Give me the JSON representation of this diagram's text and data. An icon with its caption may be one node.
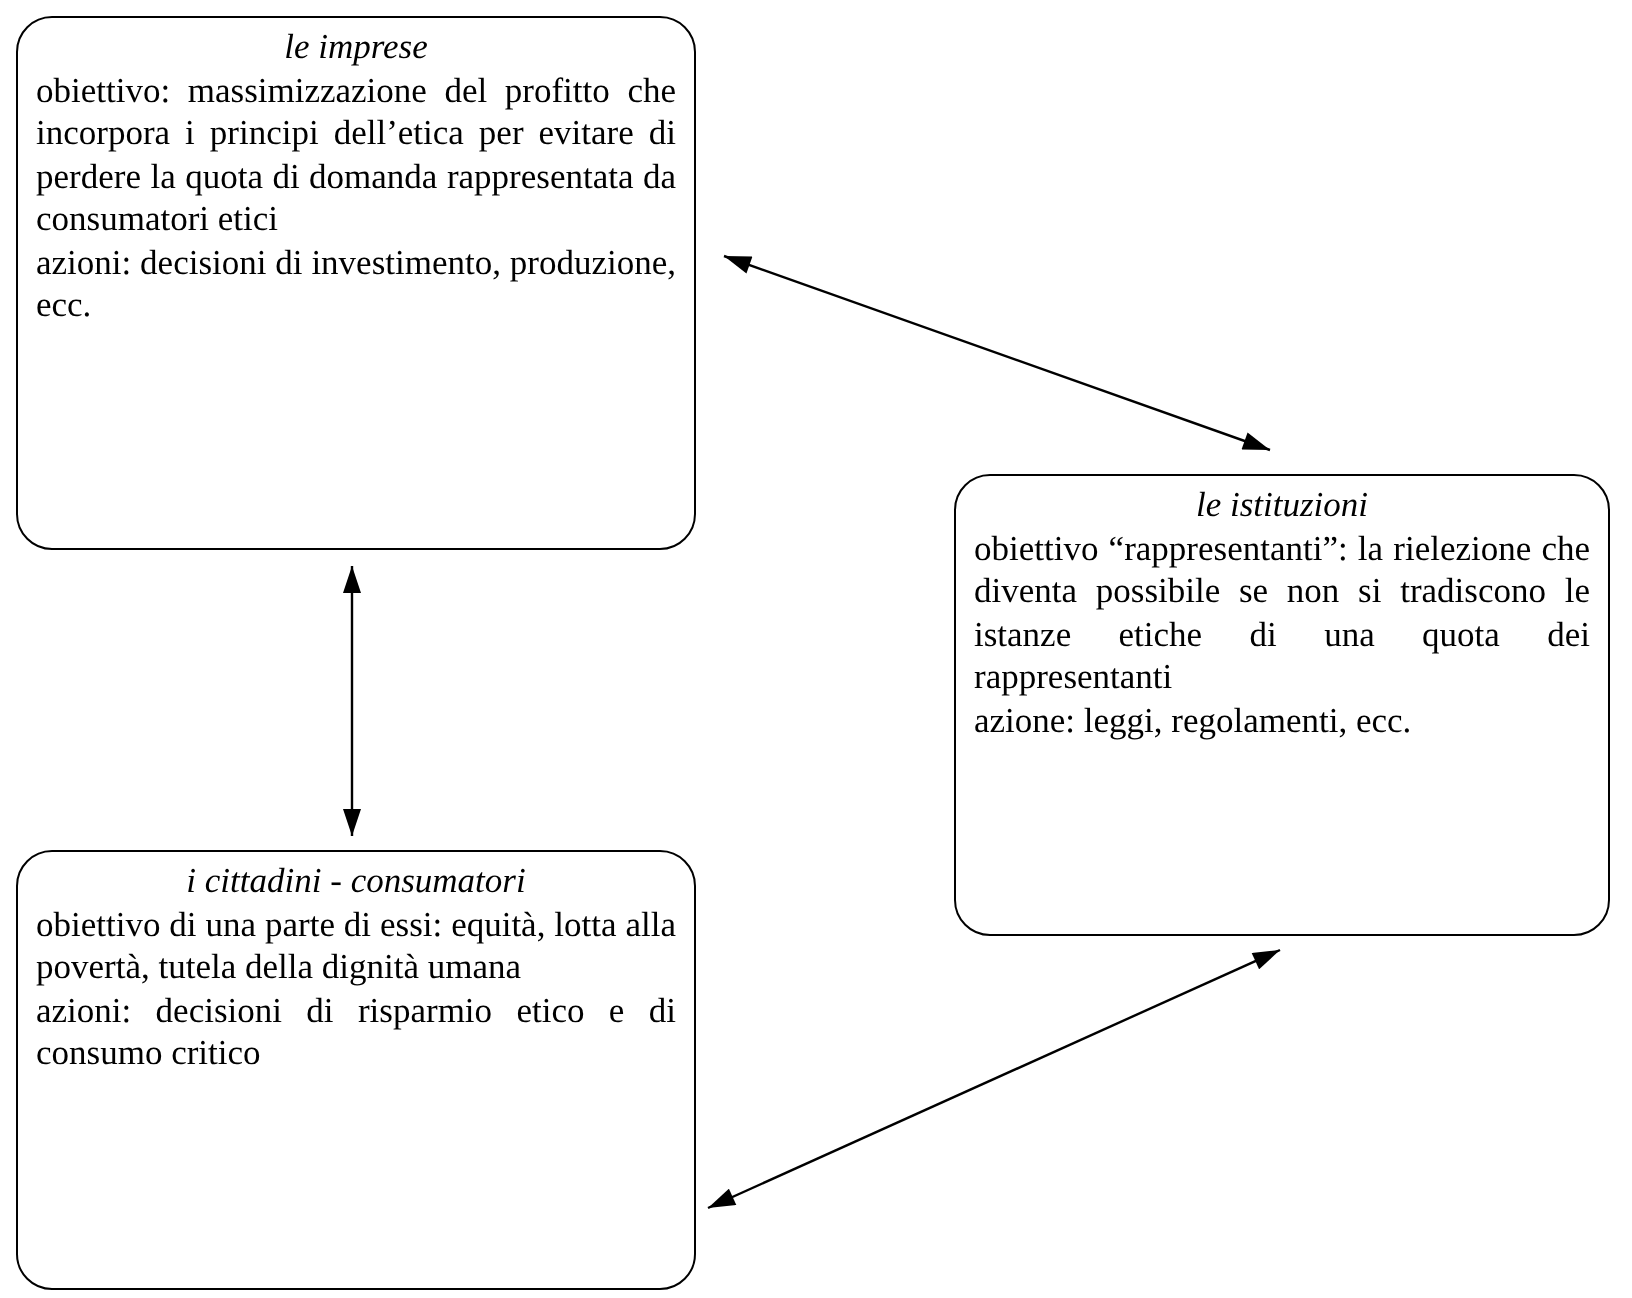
{
  "diagram": {
    "nodes": [
      {
        "text": [
          "le imprese",
          "obiettivo: massimizzazione del profitto che incorpora i principi dell’etica per evitare di perdere la quota di domanda rappresentata da consumatori etici",
          "azioni: decisioni di investimento, produzione, ecc."
        ]
      },
      {
        "text": [
          "le istituzioni",
          "obiettivo “rappresentanti”: la rielezione che diventa possibile se non si tradiscono le istanze etiche di una quota dei rappresentanti",
          "azione: leggi, regolamenti, ecc."
        ]
      },
      {
        "text": [
          "i cittadini - consumatori",
          "obiettivo di una parte di essi: equità, lotta alla povertà, tutela della dignità umana",
          "azioni: decisioni di risparmio etico e di consumo critico"
        ]
      }
    ],
    "edges": [
      {
        "from": 0,
        "to": 1,
        "arrow": "both"
      },
      {
        "from": 0,
        "to": 2,
        "arrow": "both"
      },
      {
        "from": 2,
        "to": 1,
        "arrow": "both"
      }
    ]
  }
}
